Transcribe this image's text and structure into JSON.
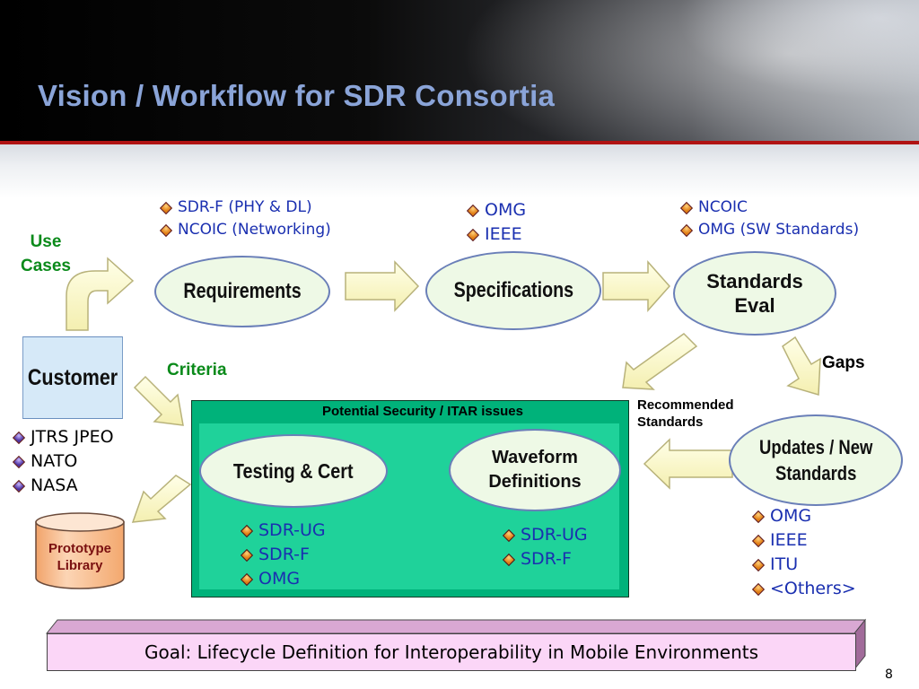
{
  "title": "Vision / Workflow for SDR Consortia",
  "nodes": {
    "use_cases": "Use\nCases",
    "customer": "Customer",
    "requirements": "Requirements",
    "specifications": "Specifications",
    "standards_eval": "Standards\nEval",
    "updates_new_standards": "Updates / New\nStandards",
    "waveform_definitions": "Waveform\nDefinitions",
    "testing_cert": "Testing & Cert",
    "prototype_library": "Prototype\nLibrary"
  },
  "labels": {
    "criteria": "Criteria",
    "gaps": "Gaps",
    "recommended_standards": "Recommended\nStandards",
    "security_issues": "Potential Security / ITAR issues"
  },
  "lists": {
    "requirements": [
      "SDR-F (PHY & DL)",
      "NCOIC (Networking)"
    ],
    "specifications": [
      "OMG",
      "IEEE"
    ],
    "standards_eval": [
      "NCOIC",
      "OMG (SW Standards)"
    ],
    "customer": [
      "JTRS JPEO",
      "NATO",
      "NASA"
    ],
    "testing": [
      "SDR-UG",
      "SDR-F",
      "OMG"
    ],
    "waveform": [
      "SDR-UG",
      "SDR-F"
    ],
    "updates": [
      "OMG",
      "IEEE",
      "ITU",
      "<Others>"
    ]
  },
  "goal": "Goal: Lifecycle Definition for Interoperability in Mobile Environments",
  "page_number": "8",
  "colors": {
    "title": "#8aa4d8",
    "accent_red": "#b01313",
    "green_box": "#00b27a",
    "list_blue": "#1a2fb0",
    "arrow_fill": "#fdfbd2"
  }
}
